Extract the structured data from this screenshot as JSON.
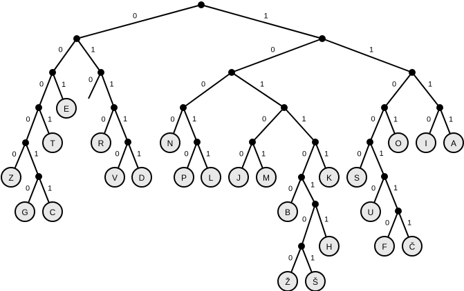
{
  "tree": {
    "edge_labels": {
      "left": "0",
      "right": "1"
    },
    "root": {
      "children": [
        {
          "children": [
            {
              "children": [
                {
                  "children": [
                    {
                      "children": [
                        {
                          "leaf": "Z"
                        },
                        {
                          "children": [
                            {
                              "leaf": "G"
                            },
                            {
                              "leaf": "C"
                            }
                          ]
                        }
                      ]
                    },
                    {
                      "leaf": "T"
                    }
                  ]
                },
                {
                  "leaf": "E"
                }
              ]
            },
            {
              "children": [
                {
                  "empty": true
                },
                {
                  "children": [
                    {
                      "leaf": "R"
                    },
                    {
                      "children": [
                        {
                          "leaf": "V"
                        },
                        {
                          "leaf": "D"
                        }
                      ]
                    }
                  ]
                }
              ]
            }
          ]
        },
        {
          "children": [
            {
              "children": [
                {
                  "children": [
                    {
                      "leaf": "N"
                    },
                    {
                      "children": [
                        {
                          "leaf": "P"
                        },
                        {
                          "leaf": "L"
                        }
                      ]
                    }
                  ]
                },
                {
                  "children": [
                    {
                      "children": [
                        {
                          "leaf": "J"
                        },
                        {
                          "leaf": "M"
                        }
                      ]
                    },
                    {
                      "children": [
                        {
                          "children": [
                            {
                              "leaf": "B"
                            },
                            {
                              "children": [
                                {
                                  "children": [
                                    {
                                      "leaf": "Ž"
                                    },
                                    {
                                      "leaf": "Š"
                                    }
                                  ]
                                },
                                {
                                  "leaf": "H"
                                }
                              ]
                            }
                          ]
                        },
                        {
                          "leaf": "K"
                        }
                      ]
                    }
                  ]
                }
              ]
            },
            {
              "children": [
                {
                  "children": [
                    {
                      "children": [
                        {
                          "leaf": "S"
                        },
                        {
                          "children": [
                            {
                              "leaf": "U"
                            },
                            {
                              "children": [
                                {
                                  "leaf": "F"
                                },
                                {
                                  "leaf": "Č"
                                }
                              ]
                            }
                          ]
                        }
                      ]
                    },
                    {
                      "leaf": "O"
                    }
                  ]
                },
                {
                  "children": [
                    {
                      "leaf": "I"
                    },
                    {
                      "leaf": "A"
                    }
                  ]
                }
              ]
            }
          ]
        }
      ]
    }
  }
}
